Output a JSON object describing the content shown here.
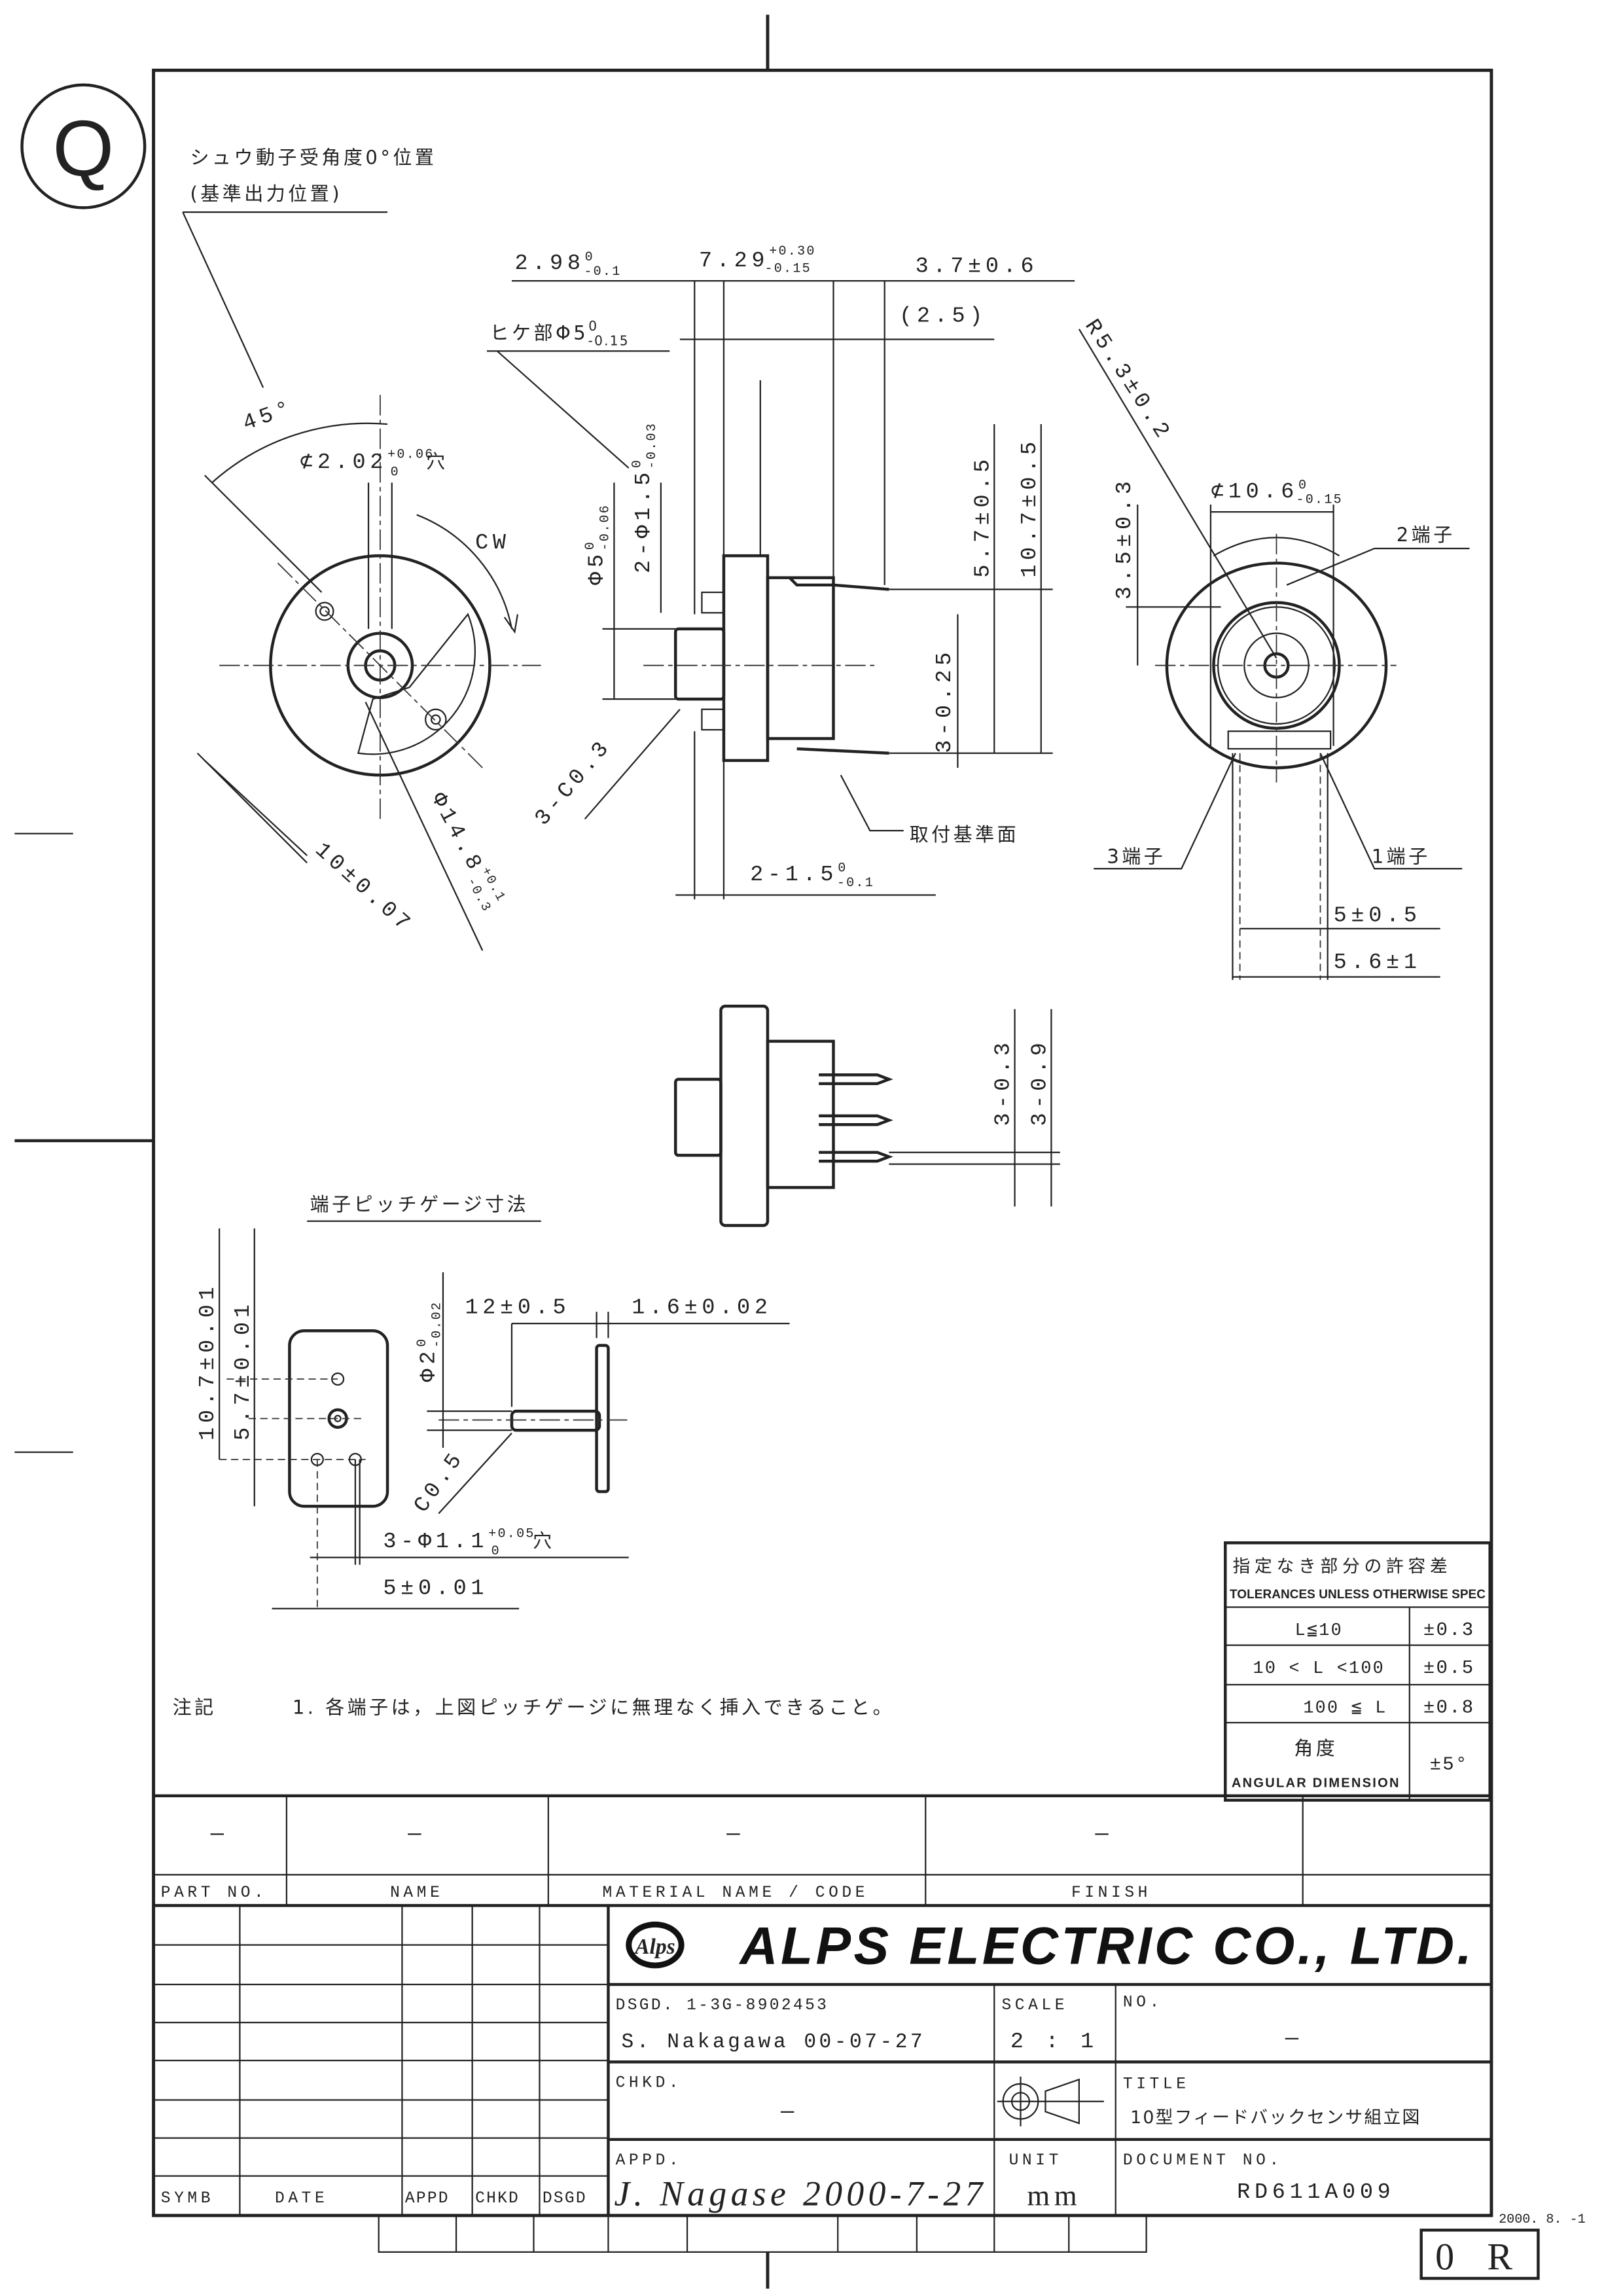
{
  "sheet_mark": "Q",
  "revision_box": "0 R",
  "print_date": "2000. 8. -1",
  "front_view": {
    "note_line1": "シュウ動子受角度0°位置",
    "note_line2": "(基準出力位置)",
    "angle": "45°",
    "hole": {
      "main": "⊄2.02",
      "up": "+0.06",
      "lo": "0",
      "suffix": "穴"
    },
    "rotation": "CW",
    "dia": {
      "main": "Φ14.8",
      "up": "+0.1",
      "lo": "-0.3"
    },
    "width": "10±0.07"
  },
  "side_view": {
    "d1": {
      "main": "2.98",
      "up": "0",
      "lo": "-0.1"
    },
    "d2": {
      "main": "7.29",
      "up": "+0.30",
      "lo": "-0.15"
    },
    "d3": "3.7±0.6",
    "d4": "(2.5)",
    "sink": {
      "main": "ヒケ部Φ5",
      "up": "0",
      "lo": "-0.15"
    },
    "shaft_dia": {
      "main": "Φ5",
      "up": "0",
      "lo": "-0.06"
    },
    "pin_dia": {
      "main": "2-Φ1.5",
      "up": "0",
      "lo": "-0.03"
    },
    "h1": "5.7±0.5",
    "h2": "10.7±0.5",
    "term_t": "3-0.25",
    "chamfer": "3-C0.3",
    "mount_ref": "取付基準面",
    "pin_len": {
      "main": "2-1.5",
      "up": "0",
      "lo": "-0.1"
    }
  },
  "rear_view": {
    "radius": "R5.3±0.2",
    "dia": {
      "main": "⊄10.6",
      "up": "0",
      "lo": "-0.15"
    },
    "term2": "2端子",
    "offset": "3.5±0.3",
    "term3": "3端子",
    "term1": "1端子",
    "pitch1": "5±0.5",
    "pitch2": "5.6±1"
  },
  "bottom_view": {
    "t1": "3-0.3",
    "t2": "3-0.9"
  },
  "gauge": {
    "title": "端子ピッチゲージ寸法",
    "h1": "10.7±0.01",
    "h2": "5.7±0.01",
    "pin_dia": {
      "main": "Φ2",
      "up": "0",
      "lo": "-0.02"
    },
    "len": "12±0.5",
    "plate": "1.6±0.02",
    "chamfer": "C0.5",
    "holes": {
      "main": "3-Φ1.1",
      "up": "+0.05",
      "lo": "0",
      "suffix": "穴"
    },
    "pitch": "5±0.01"
  },
  "notes": {
    "label": "注記",
    "items": [
      "1. 各端子は，上図ピッチゲージに無理なく挿入できること。"
    ]
  },
  "tolerance_table": {
    "title_jp": "指定なき部分の許容差",
    "title_en": "TOLERANCES UNLESS OTHERWISE SPEC",
    "rows": [
      {
        "range": "L≦10",
        "tol": "±0.3"
      },
      {
        "range": "10 < L <100",
        "tol": "±0.5"
      },
      {
        "range": "100 ≦ L",
        "tol": "±0.8"
      }
    ],
    "angular_jp": "角度",
    "angular_en": "ANGULAR DIMENSION",
    "angular_tol": "±5°"
  },
  "title_block": {
    "dashes": [
      "—",
      "—",
      "—",
      "—"
    ],
    "headers": [
      "PART NO.",
      "NAME",
      "MATERIAL NAME / CODE",
      "FINISH"
    ],
    "rev_headers": [
      "SYMB",
      "DATE",
      "APPD",
      "CHKD",
      "DSGD"
    ],
    "company": "ALPS ELECTRIC CO., LTD.",
    "logo_text": "Alps",
    "dsgd_label": "DSGD. 1-3G-8902453",
    "dsgd_value": "S. Nakagawa 00-07-27",
    "chkd_label": "CHKD.",
    "chkd_value": "—",
    "appd_label": "APPD.",
    "appd_signature": "J. Nagase 2000-7-27",
    "scale_label": "SCALE",
    "scale_value": "2 : 1",
    "unit_label": "UNIT",
    "unit_value": "mm",
    "no_label": "NO.",
    "no_value": "—",
    "title_label": "TITLE",
    "title_value": "10型フィードバックセンサ組立図",
    "docno_label": "DOCUMENT NO.",
    "docno_value": "RD611A009"
  }
}
